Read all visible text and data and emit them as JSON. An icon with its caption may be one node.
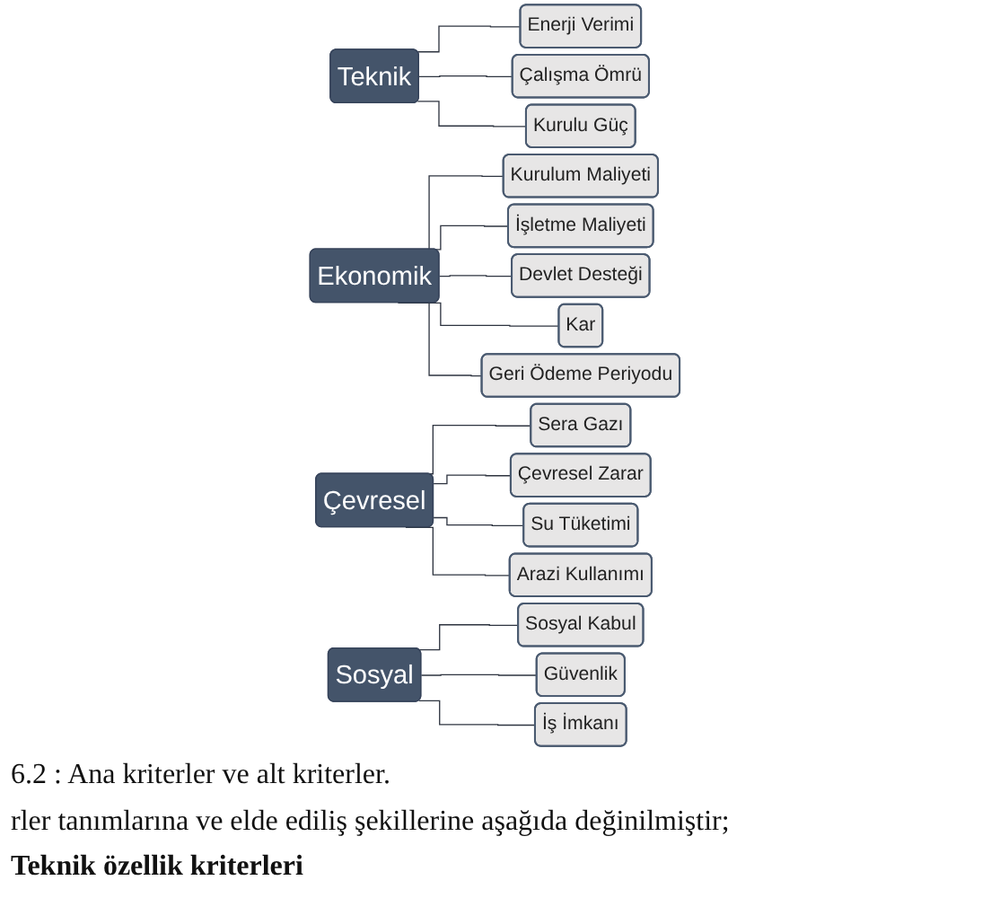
{
  "diagram": {
    "caption": "6.2 : Ana kriterler ve alt kriterler.",
    "nodes": [
      {
        "text": [
          "Teknik"
        ]
      },
      {
        "text": [
          "Enerji Verimi"
        ]
      },
      {
        "text": [
          "Çalışma Ömrü"
        ]
      },
      {
        "text": [
          "Kurulu Güç"
        ]
      },
      {
        "text": [
          "Ekonomik"
        ]
      },
      {
        "text": [
          "Kurulum Maliyeti"
        ]
      },
      {
        "text": [
          "İşletme Maliyeti"
        ]
      },
      {
        "text": [
          "Devlet Desteği"
        ]
      },
      {
        "text": [
          "Kar"
        ]
      },
      {
        "text": [
          "Geri Ödeme Periyodu"
        ]
      },
      {
        "text": [
          "Çevresel"
        ]
      },
      {
        "text": [
          "Sera Gazı"
        ]
      },
      {
        "text": [
          "Çevresel Zarar"
        ]
      },
      {
        "text": [
          "Su Tüketimi"
        ]
      },
      {
        "text": [
          "Arazi Kullanımı"
        ]
      },
      {
        "text": [
          "Sosyal"
        ]
      },
      {
        "text": [
          "Sosyal Kabul"
        ]
      },
      {
        "text": [
          "Güvenlik"
        ]
      },
      {
        "text": [
          "İş İmkanı"
        ]
      }
    ],
    "edges": [
      {
        "from": 0,
        "to": 1,
        "arrow": "none"
      },
      {
        "from": 0,
        "to": 2,
        "arrow": "none"
      },
      {
        "from": 0,
        "to": 3,
        "arrow": "none"
      },
      {
        "from": 4,
        "to": 5,
        "arrow": "none"
      },
      {
        "from": 4,
        "to": 6,
        "arrow": "none"
      },
      {
        "from": 4,
        "to": 7,
        "arrow": "none"
      },
      {
        "from": 4,
        "to": 8,
        "arrow": "none"
      },
      {
        "from": 4,
        "to": 9,
        "arrow": "none"
      },
      {
        "from": 10,
        "to": 11,
        "arrow": "none"
      },
      {
        "from": 10,
        "to": 12,
        "arrow": "none"
      },
      {
        "from": 10,
        "to": 13,
        "arrow": "none"
      },
      {
        "from": 10,
        "to": 14,
        "arrow": "none"
      },
      {
        "from": 15,
        "to": 16,
        "arrow": "none"
      },
      {
        "from": 15,
        "to": 17,
        "arrow": "none"
      },
      {
        "from": 15,
        "to": 18,
        "arrow": "none"
      }
    ],
    "labels": [
      "rler tanımlarına ve elde ediliş şekillerine aşağıda değinilmiştir;",
      "Teknik özellik kriterleri"
    ]
  }
}
